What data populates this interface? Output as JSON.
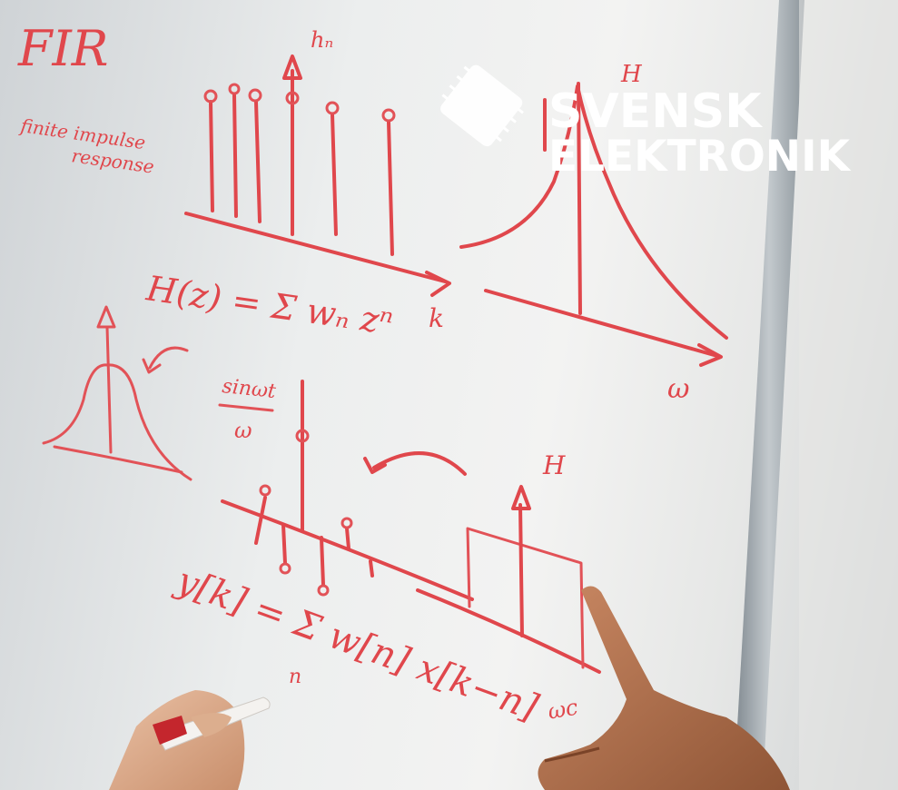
{
  "board": {
    "title": "FIR",
    "subtitle_line1": "finite impulse",
    "subtitle_line2": "response",
    "label_hn": "hₙ",
    "label_k": "k",
    "label_H_top": "H",
    "label_omega_right": "ω",
    "equation_h": "H(z) = Σ wₙ zⁿ",
    "label_sinc_num": "sinωt",
    "label_sinc_den": "ω",
    "label_H_mid": "H",
    "equation_y": "y[k] = Σ w[n] x[k−n]",
    "sum_index": "n",
    "label_omega_c": "ωc"
  },
  "logo": {
    "line1": "SVENSK",
    "line2": "ELEKTRONIK"
  },
  "colors": {
    "ink": "#e0474c",
    "board": "#f0f1f0",
    "logo": "#ffffff",
    "frame": "#9aa3aa"
  }
}
